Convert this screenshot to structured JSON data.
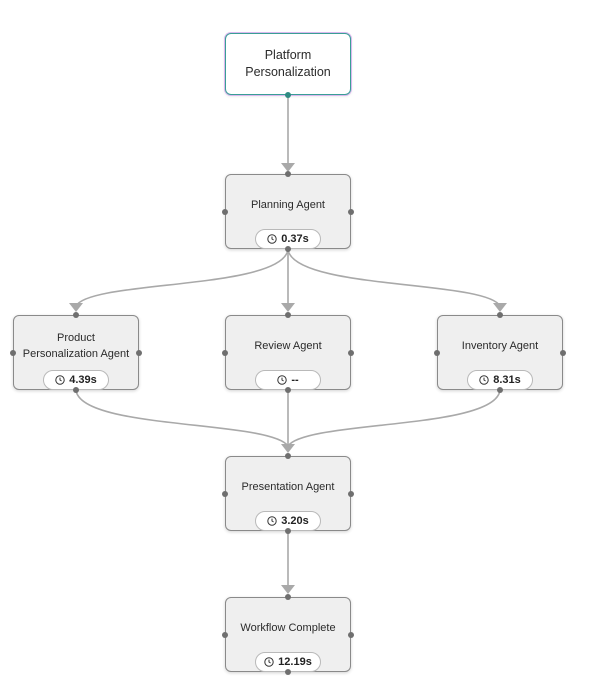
{
  "workflow": {
    "start": {
      "label_line1": "Platform",
      "label_line2": "Personalization"
    },
    "planning": {
      "label": "Planning Agent",
      "duration": "0.37s"
    },
    "product": {
      "label_line1": "Product",
      "label_line2": "Personalization Agent",
      "duration": "4.39s"
    },
    "review": {
      "label": "Review Agent",
      "duration": "--"
    },
    "inventory": {
      "label": "Inventory Agent",
      "duration": "8.31s"
    },
    "presentation": {
      "label": "Presentation Agent",
      "duration": "3.20s"
    },
    "complete": {
      "label": "Workflow Complete",
      "duration": "12.19s"
    }
  },
  "colors": {
    "edge": "#a9a9a9",
    "node_border": "#8a8a8a",
    "node_fill": "#efefef",
    "start_border": "#3a9e96",
    "start_glow": "#d9b8ee"
  },
  "icons": {
    "timer": "clock-icon"
  }
}
